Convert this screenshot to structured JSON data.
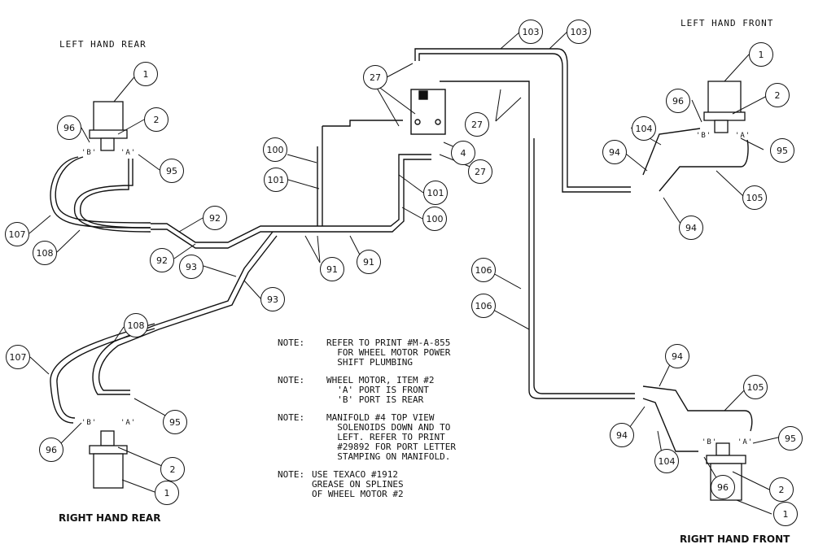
{
  "corner_labels": {
    "left_hand_rear": "LEFT HAND REAR",
    "left_hand_front": "LEFT HAND FRONT",
    "right_hand_rear": "RIGHT HAND REAR",
    "right_hand_front": "RIGHT HAND FRONT"
  },
  "port_labels": {
    "a": "'A'",
    "b": "'B'"
  },
  "balloons": [
    {
      "id": "lhr-1",
      "text": "1"
    },
    {
      "id": "lhr-2",
      "text": "2"
    },
    {
      "id": "lhr-96",
      "text": "96"
    },
    {
      "id": "lhr-95",
      "text": "95"
    },
    {
      "id": "lhr-107",
      "text": "107"
    },
    {
      "id": "lhr-108",
      "text": "108"
    },
    {
      "id": "b92a",
      "text": "92"
    },
    {
      "id": "b92b",
      "text": "92"
    },
    {
      "id": "b93a",
      "text": "93"
    },
    {
      "id": "b93b",
      "text": "93"
    },
    {
      "id": "b91a",
      "text": "91"
    },
    {
      "id": "b91b",
      "text": "91"
    },
    {
      "id": "b100a",
      "text": "100"
    },
    {
      "id": "b101a",
      "text": "101"
    },
    {
      "id": "b100b",
      "text": "100"
    },
    {
      "id": "b101b",
      "text": "101"
    },
    {
      "id": "b27a",
      "text": "27"
    },
    {
      "id": "b27b",
      "text": "27"
    },
    {
      "id": "b27c",
      "text": "27"
    },
    {
      "id": "b4",
      "text": "4"
    },
    {
      "id": "b103a",
      "text": "103"
    },
    {
      "id": "b103b",
      "text": "103"
    },
    {
      "id": "lhf-1",
      "text": "1"
    },
    {
      "id": "lhf-2",
      "text": "2"
    },
    {
      "id": "lhf-96",
      "text": "96"
    },
    {
      "id": "lhf-95",
      "text": "95"
    },
    {
      "id": "lhf-104",
      "text": "104"
    },
    {
      "id": "lhf-94a",
      "text": "94"
    },
    {
      "id": "lhf-94b",
      "text": "94"
    },
    {
      "id": "lhf-105",
      "text": "105"
    },
    {
      "id": "b106a",
      "text": "106"
    },
    {
      "id": "b106b",
      "text": "106"
    },
    {
      "id": "rhr-108",
      "text": "108"
    },
    {
      "id": "rhr-107",
      "text": "107"
    },
    {
      "id": "rhr-95",
      "text": "95"
    },
    {
      "id": "rhr-96",
      "text": "96"
    },
    {
      "id": "rhr-2",
      "text": "2"
    },
    {
      "id": "rhr-1",
      "text": "1"
    },
    {
      "id": "rhf-94a",
      "text": "94"
    },
    {
      "id": "rhf-105",
      "text": "105"
    },
    {
      "id": "rhf-94b",
      "text": "94"
    },
    {
      "id": "rhf-104",
      "text": "104"
    },
    {
      "id": "rhf-95",
      "text": "95"
    },
    {
      "id": "rhf-96",
      "text": "96"
    },
    {
      "id": "rhf-2",
      "text": "2"
    },
    {
      "id": "rhf-1",
      "text": "1"
    }
  ],
  "notes": [
    {
      "head": "NOTE:",
      "text": "REFER TO PRINT #M-A-855\n  FOR WHEEL MOTOR POWER\n  SHIFT PLUMBING"
    },
    {
      "head": "NOTE:",
      "text": "WHEEL MOTOR, ITEM #2\n  'A' PORT IS FRONT\n  'B' PORT IS REAR"
    },
    {
      "head": "NOTE:",
      "text": "MANIFOLD #4 TOP VIEW\n  SOLENOIDS DOWN AND TO\n  LEFT. REFER TO PRINT\n  #29892 FOR PORT LETTER\n  STAMPING ON MANIFOLD."
    },
    {
      "head": "NOTE:",
      "text": "USE TEXACO #1912\nGREASE ON SPLINES\nOF WHEEL MOTOR #2"
    }
  ]
}
